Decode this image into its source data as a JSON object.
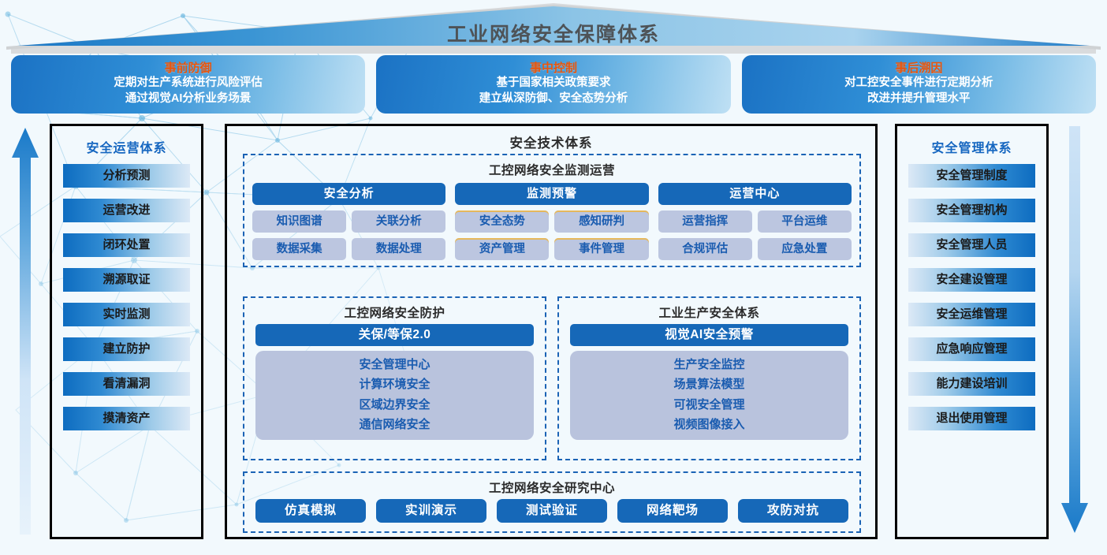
{
  "roof": {
    "title": "工业网络安全保障体系"
  },
  "phases": [
    {
      "name": "事前防御",
      "lines": [
        "定期对生产系统进行风险评估",
        "通过视觉AI分析业务场景"
      ]
    },
    {
      "name": "事中控制",
      "lines": [
        "基于国家相关政策要求",
        "建立纵深防御、安全态势分析"
      ]
    },
    {
      "name": "事后溯因",
      "lines": [
        "对工控安全事件进行定期分析",
        "改进并提升管理水平"
      ]
    }
  ],
  "arrows": {
    "left": {
      "icon": "arrow-up-icon",
      "direction": "up"
    },
    "right": {
      "icon": "arrow-down-icon",
      "direction": "down"
    }
  },
  "left_column": {
    "title": "安全运营体系",
    "items": [
      "分析预测",
      "运营改进",
      "闭环处置",
      "溯源取证",
      "实时监测",
      "建立防护",
      "看清漏洞",
      "摸清资产"
    ]
  },
  "right_column": {
    "title": "安全管理体系",
    "items": [
      "安全管理制度",
      "安全管理机构",
      "安全管理人员",
      "安全建设管理",
      "安全运维管理",
      "应急响应管理",
      "能力建设培训",
      "退出使用管理"
    ]
  },
  "center": {
    "title": "安全技术体系",
    "monitoring": {
      "title": "工控网络安全监测运营",
      "groups": [
        {
          "header": "安全分析",
          "chips": [
            "知识图谱",
            "关联分析",
            "数据采集",
            "数据处理"
          ]
        },
        {
          "header": "监测预警",
          "chips": [
            "安全态势",
            "感知研判",
            "资产管理",
            "事件管理"
          ]
        },
        {
          "header": "运营中心",
          "chips": [
            "运营指挥",
            "平台运维",
            "合规评估",
            "应急处置"
          ]
        }
      ]
    },
    "protection": {
      "title": "工控网络安全防护",
      "bar": "关保/等保2.0",
      "lines": [
        "安全管理中心",
        "计算环境安全",
        "区域边界安全",
        "通信网络安全"
      ]
    },
    "production": {
      "title": "工业生产安全体系",
      "bar": "视觉AI安全预警",
      "lines": [
        "生产安全监控",
        "场景算法模型",
        "可视安全管理",
        "视频图像接入"
      ]
    },
    "research": {
      "title": "工控网络安全研究中心",
      "buttons": [
        "仿真模拟",
        "实训演示",
        "测试验证",
        "网络靶场",
        "攻防对抗"
      ]
    }
  },
  "colors": {
    "accent_blue": "#1668b8",
    "title_blue": "#1566c0",
    "phase_title_orange": "#e8560d",
    "chip_bg": "#bcc6e0",
    "chip_text": "#1a5cb0",
    "soft_box_bg": "#b9c3dd",
    "dashed_border": "#1b63b5"
  }
}
